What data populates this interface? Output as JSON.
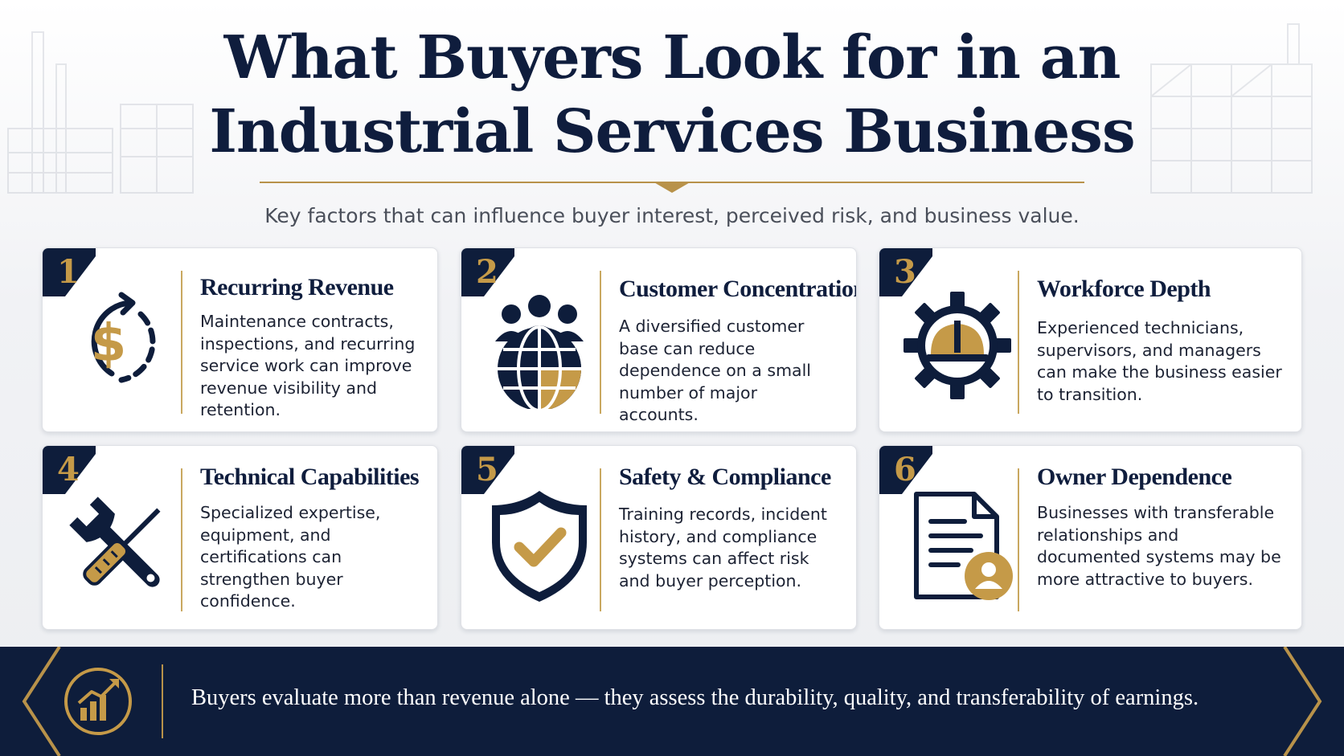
{
  "header": {
    "title_line1": "What Buyers Look for in an",
    "title_line2": "Industrial Services Business",
    "subtitle": "Key factors that can influence buyer interest, perceived risk, and business value."
  },
  "cards": [
    {
      "number": "1",
      "title": "Recurring Revenue",
      "text": "Maintenance contracts, inspections, and recurring service work can improve revenue visibility and retention.",
      "icon": "dollar-cycle-icon"
    },
    {
      "number": "2",
      "title": "Customer Concentration",
      "text": "A diversified customer base can reduce dependence on a small number of major accounts.",
      "icon": "people-globe-icon"
    },
    {
      "number": "3",
      "title": "Workforce Depth",
      "text": "Experienced technicians, supervisors, and managers can make the business easier to transition.",
      "icon": "gear-hardhat-icon"
    },
    {
      "number": "4",
      "title": "Technical Capabilities",
      "text": "Specialized expertise, equipment, and certifications can strengthen buyer confidence.",
      "icon": "wrench-screwdriver-icon"
    },
    {
      "number": "5",
      "title": "Safety & Compliance",
      "text": "Training records, incident history, and compliance systems can affect risk and buyer perception.",
      "icon": "shield-check-icon"
    },
    {
      "number": "6",
      "title": "Owner Dependence",
      "text": "Businesses with transferable relationships and documented systems may be more attractive to buyers.",
      "icon": "document-person-icon"
    }
  ],
  "footer": {
    "text": "Buyers evaluate more than revenue alone — they assess the durability, quality, and transferability of earnings.",
    "icon": "growth-chart-icon"
  },
  "colors": {
    "navy": "#0e1d3b",
    "gold": "#c59a48",
    "text": "#1c2233"
  }
}
